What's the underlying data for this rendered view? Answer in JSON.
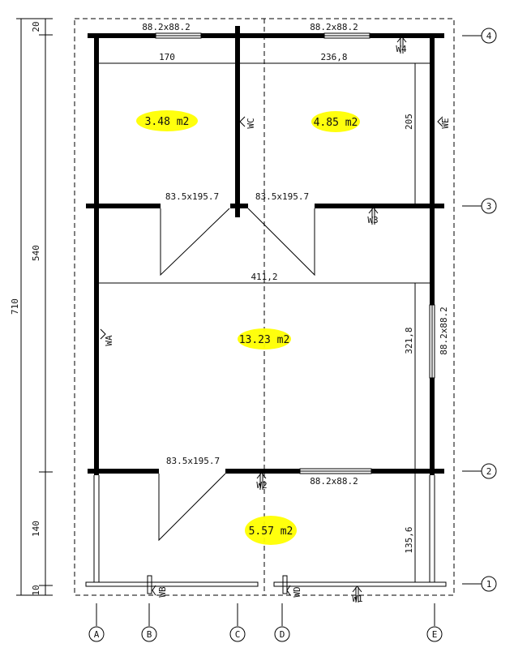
{
  "plan": {
    "rooms": [
      {
        "id": "room1",
        "area": "3.48 m2"
      },
      {
        "id": "room2",
        "area": "4.85 m2"
      },
      {
        "id": "room3",
        "area": "13.23 m2"
      },
      {
        "id": "room4",
        "area": "5.57 m2"
      }
    ],
    "windows": {
      "top_left": "88.2x88.2",
      "top_right": "88.2x88.2",
      "right_side": "88.2x88.2",
      "mid_right": "88.2x88.2"
    },
    "doors": {
      "upper_left": "83.5x195.7",
      "upper_right": "83.5x195.7",
      "lower": "83.5x195.7"
    },
    "dims": {
      "d170": "170",
      "d236": "236,8",
      "d205": "205",
      "d411": "411,2",
      "d321": "321,8",
      "d135": "135,6",
      "left_20": "20",
      "left_540": "540",
      "left_140": "140",
      "left_10": "10",
      "total_710": "710"
    },
    "wall_tags": {
      "w1": "W1",
      "w2": "W2",
      "w3": "W3",
      "w4": "W4",
      "wA": "WA",
      "wB": "WB",
      "wC": "WC",
      "wD": "WD",
      "wE": "WE"
    },
    "axes_h": [
      "4",
      "3",
      "2",
      "1"
    ],
    "axes_v": [
      "A",
      "B",
      "C",
      "D",
      "E"
    ]
  }
}
